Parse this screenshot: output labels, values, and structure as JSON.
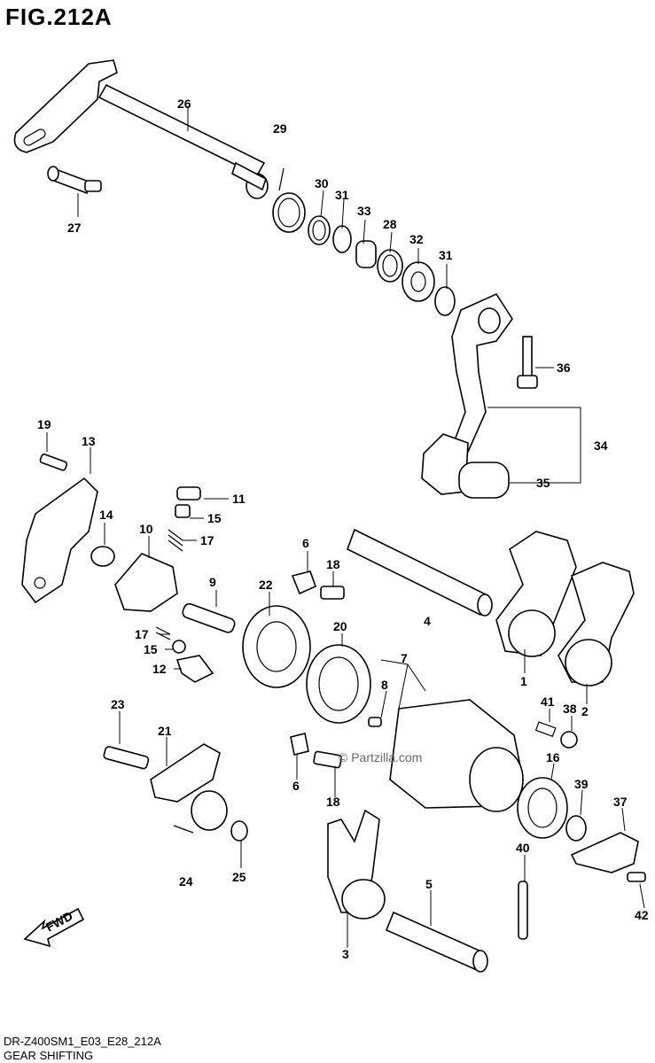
{
  "figure": {
    "title": "FIG.212A"
  },
  "footer": {
    "code": "DR-Z400SM1_E03_E28_212A",
    "name": "GEAR SHIFTING"
  },
  "watermark": "© Partzilla.com",
  "fwd_label": "FWD",
  "callouts": [
    "26",
    "27",
    "29",
    "30",
    "31",
    "33",
    "28",
    "32",
    "31",
    "36",
    "34",
    "35",
    "19",
    "13",
    "14",
    "10",
    "11",
    "15",
    "17",
    "9",
    "17",
    "15",
    "12",
    "6",
    "18",
    "22",
    "20",
    "4",
    "1",
    "2",
    "7",
    "8",
    "41",
    "38",
    "16",
    "23",
    "21",
    "6",
    "18",
    "39",
    "37",
    "40",
    "24",
    "25",
    "5",
    "3",
    "42"
  ]
}
